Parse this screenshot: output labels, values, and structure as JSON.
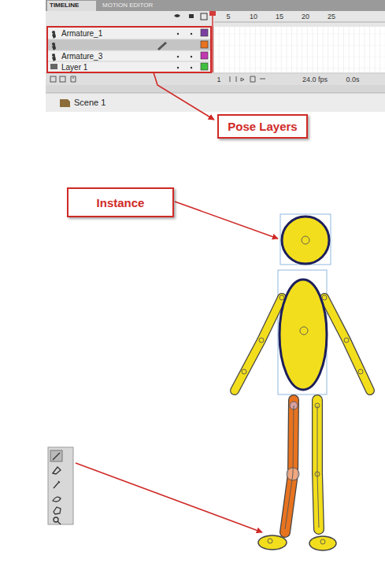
{
  "diagram": {
    "nodes": [
      {
        "text": [
          "Pose Layers"
        ]
      },
      {
        "text": [
          "Instance"
        ]
      }
    ],
    "labels": [
      "TIMELINE",
      "MOTION EDITOR",
      "5",
      "10",
      "15",
      "20",
      "25",
      "Armature_1",
      "Armature_3",
      "Layer 1",
      "1",
      "24.0 fps",
      "0.0s",
      "Scene 1"
    ]
  }
}
